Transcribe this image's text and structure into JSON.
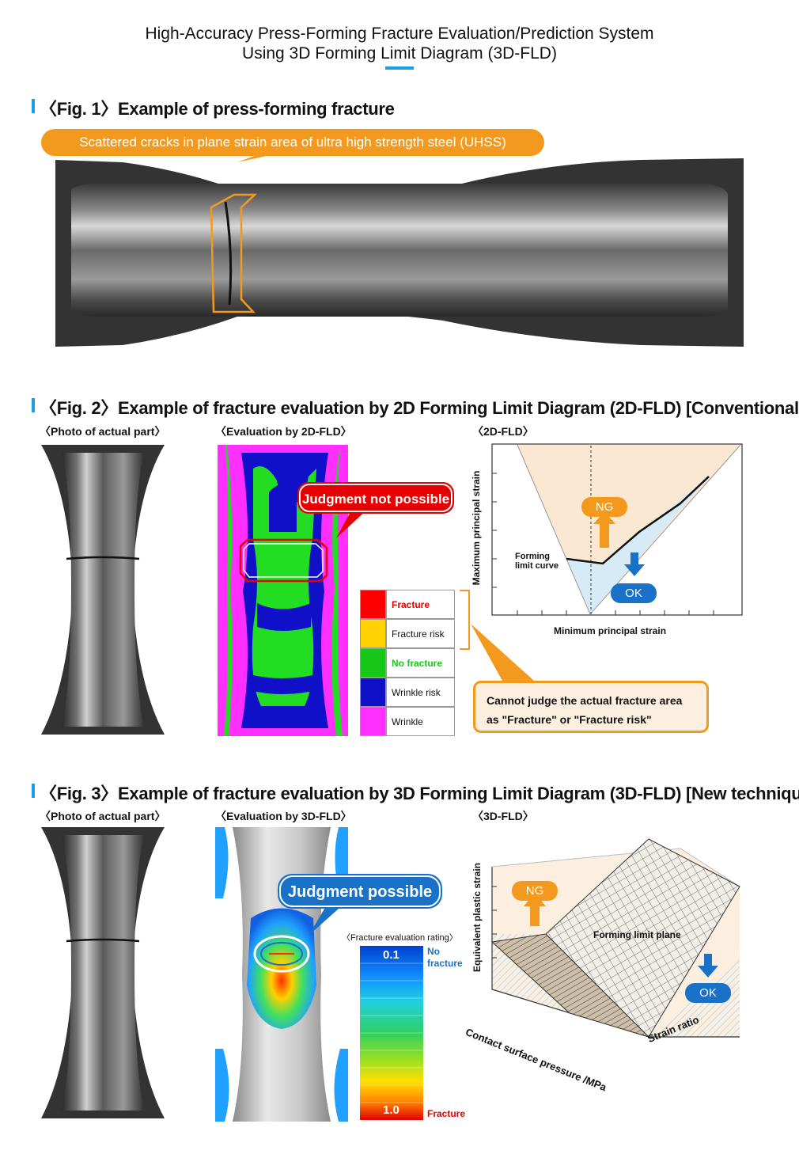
{
  "header": {
    "title_line1": "High-Accuracy Press-Forming Fracture Evaluation/Prediction System",
    "title_line2": "Using 3D Forming Limit Diagram (3D-FLD)"
  },
  "fig1": {
    "heading": "〈Fig. 1〉Example of press-forming fracture",
    "callout": "Scattered cracks in plane strain area of ultra high strength steel (UHSS)"
  },
  "fig2": {
    "heading": "〈Fig. 2〉Example of fracture evaluation by 2D Forming Limit Diagram (2D-FLD) [Conventional]",
    "photo_label": "〈Photo of actual part〉",
    "eval_label": "〈Evaluation by 2D-FLD〉",
    "fld_label": "〈2D-FLD〉",
    "judgment": "Judgment not possible",
    "legend": [
      {
        "label": "Fracture",
        "color": "#ff0000",
        "text_color": "#e60000",
        "bold": true
      },
      {
        "label": "Fracture risk",
        "color": "#ffd200",
        "text_color": "#111111",
        "bold": false
      },
      {
        "label": "No fracture",
        "color": "#18c818",
        "text_color": "#18c818",
        "bold": true
      },
      {
        "label": "Wrinkle risk",
        "color": "#1010c8",
        "text_color": "#111111",
        "bold": false
      },
      {
        "label": "Wrinkle",
        "color": "#ff30ff",
        "text_color": "#111111",
        "bold": false
      }
    ],
    "note_line1": "Cannot judge the actual fracture area",
    "note_line2": "as \"Fracture\" or \"Fracture risk\"",
    "chart": {
      "ylabel": "Maximum principal strain",
      "xlabel": "Minimum principal strain",
      "curve_label_line1": "Forming",
      "curve_label_line2": "limit curve",
      "ng": "NG",
      "ok": "OK"
    }
  },
  "fig3": {
    "heading": "〈Fig. 3〉Example of fracture evaluation by 3D Forming Limit Diagram (3D-FLD) [New technique]",
    "photo_label": "〈Photo of actual part〉",
    "eval_label": "〈Evaluation by 3D-FLD〉",
    "fld_label": "〈3D-FLD〉",
    "judgment": "Judgment possible",
    "rating_label": "〈Fracture evaluation rating〉",
    "rating_top": "0.1",
    "rating_bottom": "1.0",
    "no_fracture_line1": "No",
    "no_fracture_line2": "fracture",
    "fracture": "Fracture",
    "chart": {
      "ylabel": "Equivalent plastic strain",
      "xlabel_left": "Contact surface pressure /MPa",
      "xlabel_right": "Strain ratio",
      "plane_label": "Forming limit plane",
      "ng": "NG",
      "ok": "OK"
    }
  }
}
